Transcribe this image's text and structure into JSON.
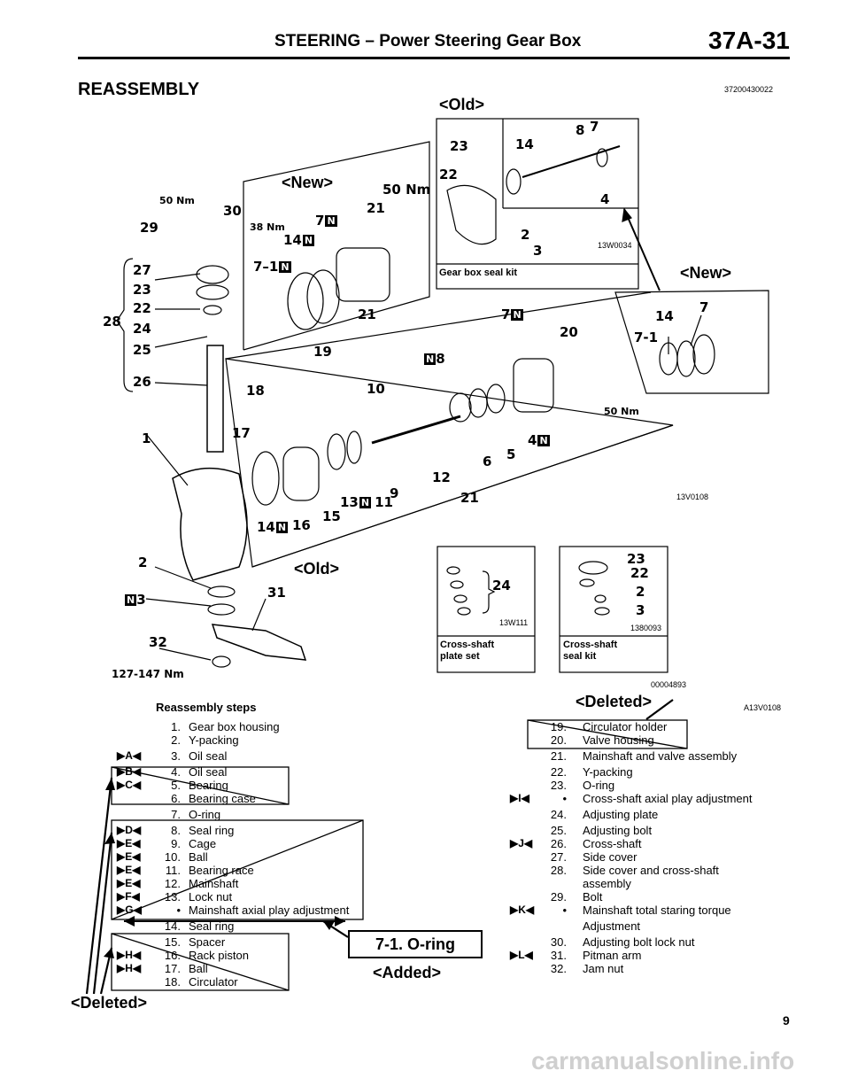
{
  "header": {
    "title": "STEERING – Power Steering Gear Box",
    "code": "37A-31"
  },
  "section": {
    "heading": "REASSEMBLY",
    "doc_id": "37200430022"
  },
  "figure": {
    "tags": {
      "old_top": "<Old>",
      "new_mid": "<New>",
      "new_right": "<New>",
      "old_bottom": "<Old>",
      "deleted_caption": "<Deleted>",
      "added_caption": "<Added>",
      "deleted_left": "<Deleted>"
    },
    "ids": {
      "kit_top": "13W0034",
      "main": "13V0108",
      "cross_plate": "13W111",
      "cross_seal": "1380093",
      "overall": "00004893",
      "steps_ref": "A13V0108"
    },
    "kits": {
      "gear_box_seal": "Gear box seal kit",
      "cross_plate_l1": "Cross-shaft",
      "cross_plate_l2": "plate set",
      "cross_seal_l1": "Cross-shaft",
      "cross_seal_l2": "seal kit"
    },
    "torques": {
      "t50a": "50 Nm",
      "t50b": "50 Nm",
      "t50c": "50 Nm",
      "t38": "38 Nm",
      "t127": "127-147 Nm"
    },
    "n_mark": "N",
    "callouts": {
      "c1": "1",
      "c2": "2",
      "c3": "3",
      "c6": "6",
      "c5": "5",
      "c4": "4",
      "c7": "7",
      "c8": "8",
      "c9": "9",
      "c10": "10",
      "c11": "11",
      "c12": "12",
      "c13": "13",
      "c14": "14",
      "c15": "15",
      "c16": "16",
      "c17": "17",
      "c18": "18",
      "c19": "19",
      "c20": "20",
      "c21": "21",
      "c21b": "21",
      "c21c": "21",
      "c22": "22",
      "c23": "23",
      "c24": "24",
      "c25": "25",
      "c26": "26",
      "c27": "27",
      "c28": "28",
      "c29": "29",
      "c30": "30",
      "c31": "31",
      "c32": "32",
      "c7_1": "7–1",
      "c7_1r": "7-1",
      "c14r": "14",
      "c7r": "7",
      "k23": "23",
      "k22": "22",
      "k14": "14",
      "k8": "8",
      "k7": "7",
      "k4": "4",
      "k2": "2",
      "k3": "3",
      "p24": "24",
      "s23": "23",
      "s22": "22",
      "s2": "2",
      "s3": "3"
    }
  },
  "steps": {
    "title": "Reassembly steps",
    "o_ring_added": "7-1. O-ring",
    "left": [
      {
        "mark": "",
        "num": "1.",
        "text": "Gear box housing"
      },
      {
        "mark": "",
        "num": "2.",
        "text": "Y-packing"
      },
      {
        "mark": "▶A◀",
        "num": "3.",
        "text": "Oil seal"
      },
      {
        "mark": "▶B◀",
        "num": "4.",
        "text": "Oil seal"
      },
      {
        "mark": "▶C◀",
        "num": "5.",
        "text": "Bearing"
      },
      {
        "mark": "",
        "num": "6.",
        "text": "Bearing case"
      },
      {
        "mark": "",
        "num": "7.",
        "text": "O-ring"
      },
      {
        "mark": "▶D◀",
        "num": "8.",
        "text": "Seal ring"
      },
      {
        "mark": "▶E◀",
        "num": "9.",
        "text": "Cage"
      },
      {
        "mark": "▶E◀",
        "num": "10.",
        "text": "Ball"
      },
      {
        "mark": "▶E◀",
        "num": "11.",
        "text": "Bearing race"
      },
      {
        "mark": "▶E◀",
        "num": "12.",
        "text": "Mainshaft"
      },
      {
        "mark": "▶F◀",
        "num": "13.",
        "text": "Lock nut"
      },
      {
        "mark": "▶G◀",
        "num": "•",
        "text": "Mainshaft axial play adjustment"
      },
      {
        "mark": "",
        "num": "14.",
        "text": "Seal ring"
      },
      {
        "mark": "",
        "num": "15.",
        "text": "Spacer"
      },
      {
        "mark": "▶H◀",
        "num": "16.",
        "text": "Rack piston"
      },
      {
        "mark": "▶H◀",
        "num": "17.",
        "text": "Ball"
      },
      {
        "mark": "",
        "num": "18.",
        "text": "Circulator"
      }
    ],
    "right": [
      {
        "mark": "",
        "num": "19.",
        "text": "Circulator holder"
      },
      {
        "mark": "",
        "num": "20.",
        "text": "Valve housing"
      },
      {
        "mark": "",
        "num": "21.",
        "text": "Mainshaft and valve assembly"
      },
      {
        "mark": "",
        "num": "22.",
        "text": "Y-packing"
      },
      {
        "mark": "",
        "num": "23.",
        "text": "O-ring"
      },
      {
        "mark": "▶I◀",
        "num": "•",
        "text": "Cross-shaft axial play adjustment"
      },
      {
        "mark": "",
        "num": "24.",
        "text": "Adjusting plate"
      },
      {
        "mark": "",
        "num": "25.",
        "text": "Adjusting bolt"
      },
      {
        "mark": "▶J◀",
        "num": "26.",
        "text": "Cross-shaft"
      },
      {
        "mark": "",
        "num": "27.",
        "text": "Side cover"
      },
      {
        "mark": "",
        "num": "28.",
        "text": "Side cover and cross-shaft"
      },
      {
        "mark": "",
        "num": "",
        "text": "assembly"
      },
      {
        "mark": "",
        "num": "29.",
        "text": "Bolt"
      },
      {
        "mark": "▶K◀",
        "num": "•",
        "text": "Mainshaft total staring torque"
      },
      {
        "mark": "",
        "num": "",
        "text": "Adjustment"
      },
      {
        "mark": "",
        "num": "30.",
        "text": "Adjusting bolt lock nut"
      },
      {
        "mark": "▶L◀",
        "num": "31.",
        "text": "Pitman arm"
      },
      {
        "mark": "",
        "num": "32.",
        "text": "Jam nut"
      }
    ]
  },
  "footer": {
    "page": "9",
    "url": "carmanualsonline.info"
  }
}
